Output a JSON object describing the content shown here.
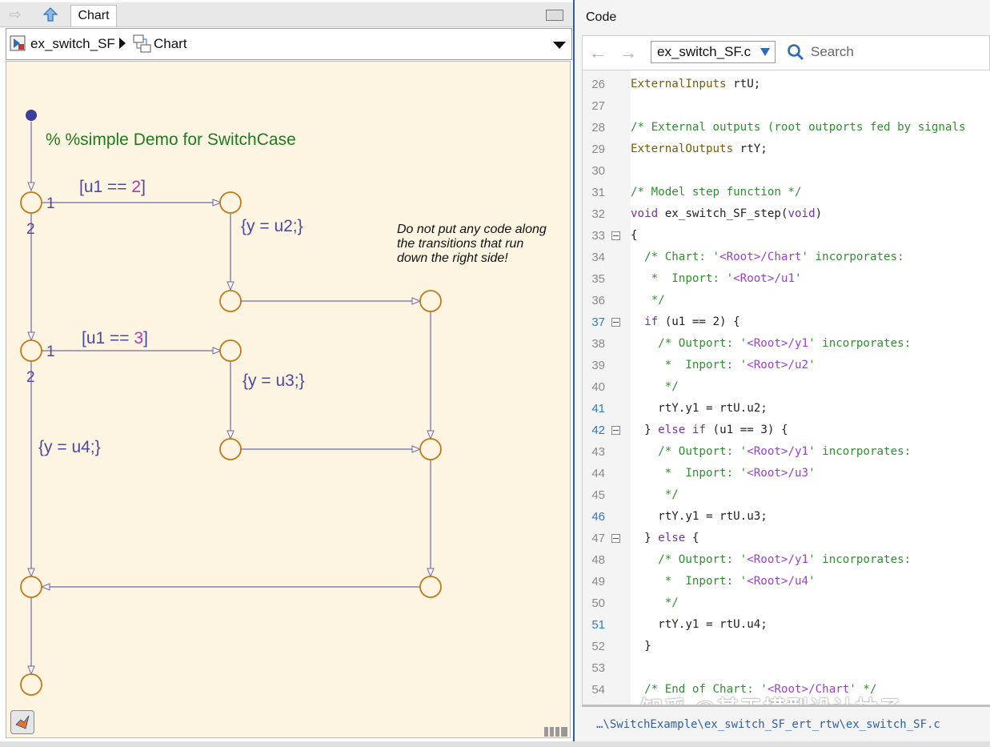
{
  "left_panel": {
    "tab_label": "Chart",
    "breadcrumb": {
      "model": "ex_switch_SF",
      "chart": "Chart"
    },
    "diagram": {
      "comment": "% %simple Demo for SwitchCase",
      "note_lines": [
        "Do not put any code along",
        "the transitions that run",
        "down the right side!"
      ],
      "cond1_prefix": "[u1 == ",
      "cond1_num": "2",
      "cond1_suffix": "]",
      "cond2_prefix": "[u1 == ",
      "cond2_num": "3",
      "cond2_suffix": "]",
      "action1": "{y = u2;}",
      "action2": "{y = u3;}",
      "action3": "{y = u4;}",
      "order_1": "1",
      "order_2": "2"
    }
  },
  "code_panel": {
    "title": "Code",
    "file_name": "ex_switch_SF.c",
    "search_placeholder": "Search",
    "lines": [
      {
        "n": "26",
        "linked": false,
        "fold": false,
        "text": "ExternalInputs rtU;"
      },
      {
        "n": "27",
        "linked": false,
        "fold": false,
        "text": ""
      },
      {
        "n": "28",
        "linked": false,
        "fold": false,
        "text": "/* External outputs (root outports fed by signals"
      },
      {
        "n": "29",
        "linked": false,
        "fold": false,
        "text": "ExternalOutputs rtY;"
      },
      {
        "n": "30",
        "linked": false,
        "fold": false,
        "text": ""
      },
      {
        "n": "31",
        "linked": false,
        "fold": false,
        "text": "/* Model step function */"
      },
      {
        "n": "32",
        "linked": false,
        "fold": false,
        "text": "void ex_switch_SF_step(void)"
      },
      {
        "n": "33",
        "linked": false,
        "fold": true,
        "text": "{"
      },
      {
        "n": "34",
        "linked": false,
        "fold": false,
        "text": "  /* Chart: '<Root>/Chart' incorporates:"
      },
      {
        "n": "35",
        "linked": false,
        "fold": false,
        "text": "   *  Inport: '<Root>/u1'"
      },
      {
        "n": "36",
        "linked": false,
        "fold": false,
        "text": "   */"
      },
      {
        "n": "37",
        "linked": true,
        "fold": true,
        "text": "  if (u1 == 2) {"
      },
      {
        "n": "38",
        "linked": false,
        "fold": false,
        "text": "    /* Outport: '<Root>/y1' incorporates:"
      },
      {
        "n": "39",
        "linked": false,
        "fold": false,
        "text": "     *  Inport: '<Root>/u2'"
      },
      {
        "n": "40",
        "linked": false,
        "fold": false,
        "text": "     */"
      },
      {
        "n": "41",
        "linked": true,
        "fold": false,
        "text": "    rtY.y1 = rtU.u2;"
      },
      {
        "n": "42",
        "linked": true,
        "fold": true,
        "text": "  } else if (u1 == 3) {"
      },
      {
        "n": "43",
        "linked": false,
        "fold": false,
        "text": "    /* Outport: '<Root>/y1' incorporates:"
      },
      {
        "n": "44",
        "linked": false,
        "fold": false,
        "text": "     *  Inport: '<Root>/u3'"
      },
      {
        "n": "45",
        "linked": false,
        "fold": false,
        "text": "     */"
      },
      {
        "n": "46",
        "linked": true,
        "fold": false,
        "text": "    rtY.y1 = rtU.u3;"
      },
      {
        "n": "47",
        "linked": false,
        "fold": true,
        "text": "  } else {"
      },
      {
        "n": "48",
        "linked": false,
        "fold": false,
        "text": "    /* Outport: '<Root>/y1' incorporates:"
      },
      {
        "n": "49",
        "linked": false,
        "fold": false,
        "text": "     *  Inport: '<Root>/u4'"
      },
      {
        "n": "50",
        "linked": false,
        "fold": false,
        "text": "     */"
      },
      {
        "n": "51",
        "linked": true,
        "fold": false,
        "text": "    rtY.y1 = rtU.u4;"
      },
      {
        "n": "52",
        "linked": false,
        "fold": false,
        "text": "  }"
      },
      {
        "n": "53",
        "linked": false,
        "fold": false,
        "text": ""
      },
      {
        "n": "54",
        "linked": false,
        "fold": false,
        "text": "  /* End of Chart: '<Root>/Chart' */"
      }
    ],
    "status_path": "…\\SwitchExample\\ex_switch_SF_ert_rtw\\ex_switch_SF.c",
    "watermark": "知乎 @基于模型设计柚子"
  },
  "colors": {
    "canvas_bg": "#fdf4e1",
    "junction": "#c07a1a",
    "default_dot": "#3a3f9a",
    "transition_line": "#6a6ab0",
    "comment_green": "#207a20",
    "label_blue": "#4a4aa0",
    "condition_number": "#b03ab0",
    "panel_border": "#2a5ea8"
  }
}
